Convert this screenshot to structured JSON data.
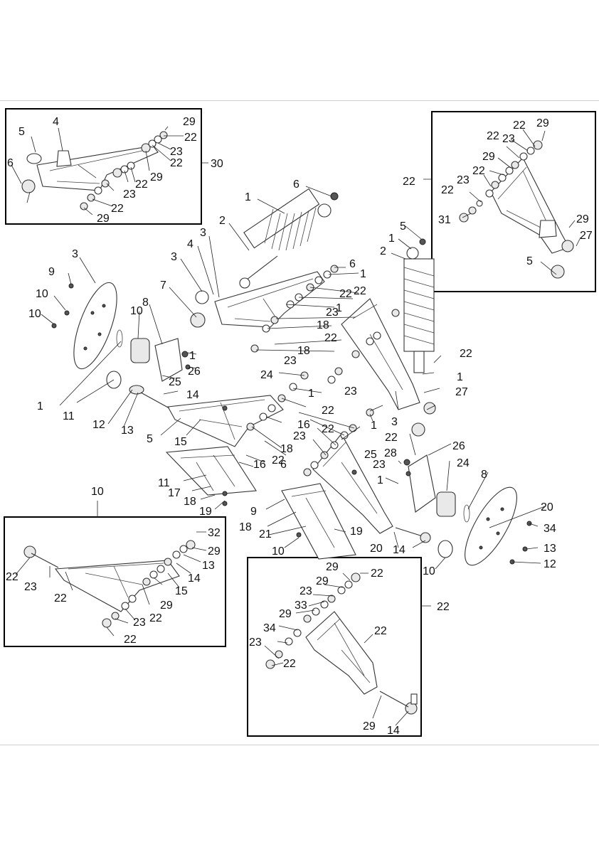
{
  "callouts": [
    {
      "id": "c1",
      "text": "5"
    },
    {
      "id": "c2",
      "text": "4"
    },
    {
      "id": "c3",
      "text": "6"
    },
    {
      "id": "c4",
      "text": "29"
    },
    {
      "id": "c5",
      "text": "22"
    },
    {
      "id": "c6",
      "text": "23"
    },
    {
      "id": "c7",
      "text": "22"
    },
    {
      "id": "c8",
      "text": "29"
    },
    {
      "id": "c9",
      "text": "22"
    },
    {
      "id": "c10",
      "text": "23"
    },
    {
      "id": "c11",
      "text": "22"
    },
    {
      "id": "c12",
      "text": "29"
    },
    {
      "id": "c13",
      "text": "30"
    },
    {
      "id": "c14",
      "text": "22"
    },
    {
      "id": "c15",
      "text": "29"
    },
    {
      "id": "c16",
      "text": "22"
    },
    {
      "id": "c17",
      "text": "23"
    },
    {
      "id": "c18",
      "text": "29"
    },
    {
      "id": "c19",
      "text": "22"
    },
    {
      "id": "c20",
      "text": "23"
    },
    {
      "id": "c21",
      "text": "22"
    },
    {
      "id": "c22",
      "text": "22"
    },
    {
      "id": "c23",
      "text": "31"
    },
    {
      "id": "c24",
      "text": "29"
    },
    {
      "id": "c25",
      "text": "27"
    },
    {
      "id": "c26",
      "text": "5"
    },
    {
      "id": "c27",
      "text": "6"
    },
    {
      "id": "c28",
      "text": "1"
    },
    {
      "id": "c29",
      "text": "2"
    },
    {
      "id": "c30",
      "text": "3"
    },
    {
      "id": "c31",
      "text": "4"
    },
    {
      "id": "c32",
      "text": "3"
    },
    {
      "id": "c33",
      "text": "5"
    },
    {
      "id": "c34",
      "text": "1"
    },
    {
      "id": "c35",
      "text": "2"
    },
    {
      "id": "c36",
      "text": "3"
    },
    {
      "id": "c37",
      "text": "9"
    },
    {
      "id": "c38",
      "text": "10"
    },
    {
      "id": "c39",
      "text": "10"
    },
    {
      "id": "c40",
      "text": "10"
    },
    {
      "id": "c41",
      "text": "8"
    },
    {
      "id": "c42",
      "text": "7"
    },
    {
      "id": "c43",
      "text": "6"
    },
    {
      "id": "c44",
      "text": "1"
    },
    {
      "id": "c45",
      "text": "22"
    },
    {
      "id": "c46",
      "text": "22"
    },
    {
      "id": "c47",
      "text": "23"
    },
    {
      "id": "c48",
      "text": "1"
    },
    {
      "id": "c49",
      "text": "18"
    },
    {
      "id": "c50",
      "text": "22"
    },
    {
      "id": "c51",
      "text": "23"
    },
    {
      "id": "c52",
      "text": "18"
    },
    {
      "id": "c53",
      "text": "22"
    },
    {
      "id": "c54",
      "text": "1"
    },
    {
      "id": "c55",
      "text": "26"
    },
    {
      "id": "c56",
      "text": "25"
    },
    {
      "id": "c57",
      "text": "1"
    },
    {
      "id": "c58",
      "text": "11"
    },
    {
      "id": "c59",
      "text": "12"
    },
    {
      "id": "c60",
      "text": "13"
    },
    {
      "id": "c61",
      "text": "14"
    },
    {
      "id": "c62",
      "text": "24"
    },
    {
      "id": "c63",
      "text": "1"
    },
    {
      "id": "c64",
      "text": "22"
    },
    {
      "id": "c65",
      "text": "23"
    },
    {
      "id": "c66",
      "text": "1"
    },
    {
      "id": "c67",
      "text": "27"
    },
    {
      "id": "c68",
      "text": "5"
    },
    {
      "id": "c69",
      "text": "15"
    },
    {
      "id": "c70",
      "text": "16"
    },
    {
      "id": "c71",
      "text": "18"
    },
    {
      "id": "c72",
      "text": "22"
    },
    {
      "id": "c73",
      "text": "23"
    },
    {
      "id": "c74",
      "text": "1"
    },
    {
      "id": "c75",
      "text": "3"
    },
    {
      "id": "c76",
      "text": "6"
    },
    {
      "id": "c77",
      "text": "22"
    },
    {
      "id": "c78",
      "text": "26"
    },
    {
      "id": "c79",
      "text": "28"
    },
    {
      "id": "c80",
      "text": "25"
    },
    {
      "id": "c81",
      "text": "16"
    },
    {
      "id": "c82",
      "text": "22"
    },
    {
      "id": "c83",
      "text": "23"
    },
    {
      "id": "c84",
      "text": "1"
    },
    {
      "id": "c85",
      "text": "24"
    },
    {
      "id": "c86",
      "text": "8"
    },
    {
      "id": "c87",
      "text": "11"
    },
    {
      "id": "c88",
      "text": "17"
    },
    {
      "id": "c89",
      "text": "18"
    },
    {
      "id": "c90",
      "text": "19"
    },
    {
      "id": "c91",
      "text": "20"
    },
    {
      "id": "c92",
      "text": "9"
    },
    {
      "id": "c93",
      "text": "18"
    },
    {
      "id": "c94",
      "text": "21"
    },
    {
      "id": "c95",
      "text": "19"
    },
    {
      "id": "c96",
      "text": "34"
    },
    {
      "id": "c97",
      "text": "10"
    },
    {
      "id": "c98",
      "text": "20"
    },
    {
      "id": "c99",
      "text": "14"
    },
    {
      "id": "c100",
      "text": "13"
    },
    {
      "id": "c101",
      "text": "10"
    },
    {
      "id": "c102",
      "text": "12"
    },
    {
      "id": "c103",
      "text": "10"
    },
    {
      "id": "c104",
      "text": "32"
    },
    {
      "id": "c105",
      "text": "29"
    },
    {
      "id": "c106",
      "text": "22"
    },
    {
      "id": "c107",
      "text": "13"
    },
    {
      "id": "c108",
      "text": "23"
    },
    {
      "id": "c109",
      "text": "14"
    },
    {
      "id": "c110",
      "text": "22"
    },
    {
      "id": "c111",
      "text": "15"
    },
    {
      "id": "c112",
      "text": "29"
    },
    {
      "id": "c113",
      "text": "22"
    },
    {
      "id": "c114",
      "text": "23"
    },
    {
      "id": "c115",
      "text": "22"
    },
    {
      "id": "c116",
      "text": "29"
    },
    {
      "id": "c117",
      "text": "22"
    },
    {
      "id": "c118",
      "text": "29"
    },
    {
      "id": "c119",
      "text": "23"
    },
    {
      "id": "c120",
      "text": "22"
    },
    {
      "id": "c121",
      "text": "33"
    },
    {
      "id": "c122",
      "text": "29"
    },
    {
      "id": "c123",
      "text": "22"
    },
    {
      "id": "c124",
      "text": "34"
    },
    {
      "id": "c125",
      "text": "23"
    },
    {
      "id": "c126",
      "text": "22"
    },
    {
      "id": "c127",
      "text": "29"
    },
    {
      "id": "c128",
      "text": "14"
    },
    {
      "id": "c129",
      "text": "13"
    }
  ]
}
